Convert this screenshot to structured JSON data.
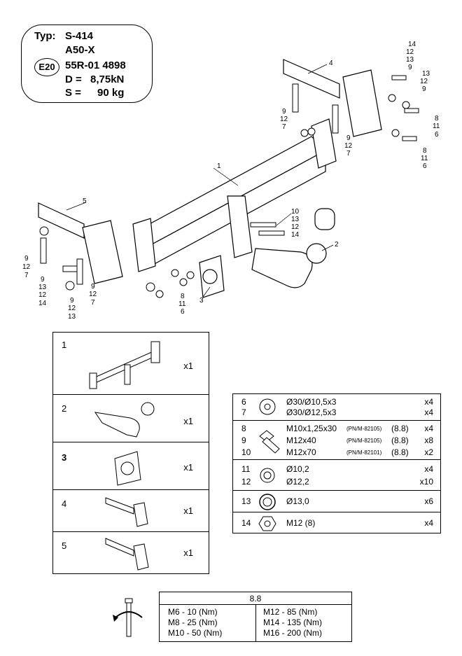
{
  "spec": {
    "typ_label": "Typ:",
    "typ_value": "S-414",
    "variant": "A50-X",
    "approval_mark": "E20",
    "approval_number": "55R-01 4898",
    "d_label": "D =",
    "d_value": "8,75kN",
    "s_label": "S =",
    "s_value": "90 kg"
  },
  "callouts": {
    "c1": "1",
    "c2": "2",
    "c3": "3",
    "c4": "4",
    "c5": "5",
    "c14": "14",
    "c12": "12",
    "c13": "13",
    "c9": "9",
    "c8": "8",
    "c11": "11",
    "c6": "6",
    "c7": "7",
    "c10": "10"
  },
  "parts": [
    {
      "num": "1",
      "qty": "x1"
    },
    {
      "num": "2",
      "qty": "x1"
    },
    {
      "num": "3",
      "qty": "x1"
    },
    {
      "num": "4",
      "qty": "x1"
    },
    {
      "num": "5",
      "qty": "x1"
    }
  ],
  "hardware": [
    {
      "nums": [
        "6",
        "7"
      ],
      "desc": [
        "Ø30/Ø10,5x3",
        "Ø30/Ø12,5x3"
      ],
      "std": [
        "",
        ""
      ],
      "grade": [
        "",
        ""
      ],
      "qty": [
        "x4",
        "x4"
      ],
      "icon": "washer-icon"
    },
    {
      "nums": [
        "8",
        "9",
        "10"
      ],
      "desc": [
        "M10x1,25x30",
        "M12x40",
        "M12x70"
      ],
      "std": [
        "(PN/M-82105)",
        "(PN/M-82105)",
        "(PN/M-82101)"
      ],
      "grade": [
        "(8.8)",
        "(8.8)",
        "(8.8)"
      ],
      "qty": [
        "x4",
        "x8",
        "x2"
      ],
      "icon": "bolt-icon"
    },
    {
      "nums": [
        "11",
        "12"
      ],
      "desc": [
        "Ø10,2",
        "Ø12,2"
      ],
      "std": [
        "",
        ""
      ],
      "grade": [
        "",
        ""
      ],
      "qty": [
        "x4",
        "x10"
      ],
      "icon": "spring-washer-icon"
    },
    {
      "nums": [
        "13"
      ],
      "desc": [
        "Ø13,0"
      ],
      "std": [
        ""
      ],
      "grade": [
        ""
      ],
      "qty": [
        "x6"
      ],
      "icon": "lock-washer-icon"
    },
    {
      "nums": [
        "14"
      ],
      "desc": [
        "M12 (8)"
      ],
      "std": [
        ""
      ],
      "grade": [
        ""
      ],
      "qty": [
        "x4"
      ],
      "icon": "hex-nut-icon"
    }
  ],
  "torque": {
    "grade": "8.8",
    "left": [
      "M6  -  10 (Nm)",
      "M8  -  25 (Nm)",
      "M10  -  50 (Nm)"
    ],
    "right": [
      "M12  -  85 (Nm)",
      "M14  -  135 (Nm)",
      "M16  -  200 (Nm)"
    ]
  }
}
